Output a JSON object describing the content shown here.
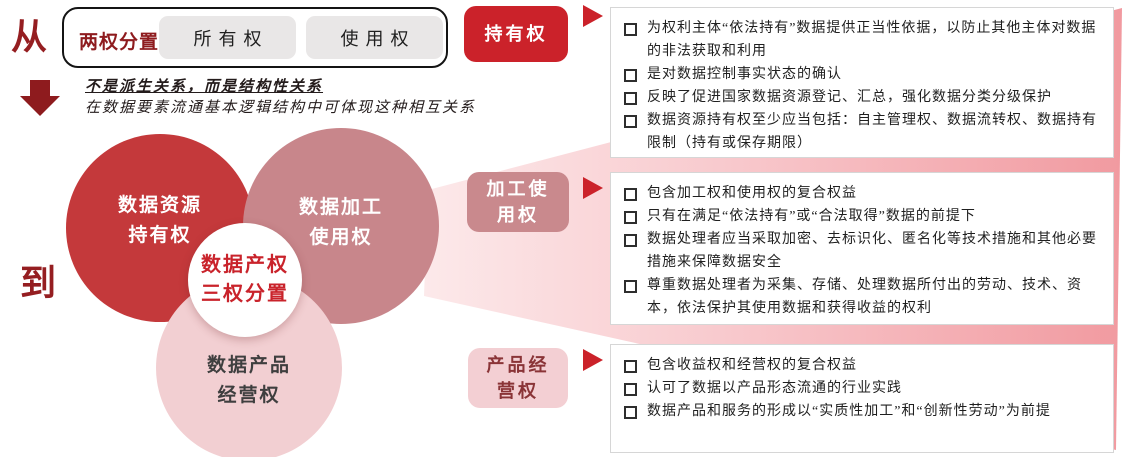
{
  "palette": {
    "accent_bright_red": "#CB222A",
    "accent_dark_red": "#8E1B1E",
    "circle_red": "#C4393B",
    "circle_rose": "#C8868B",
    "circle_pink": "#F2CFD2",
    "beam_pink_start": "#FCE9EA",
    "beam_pink_end": "#F19AA0",
    "pill_gray": "#E9E7E7"
  },
  "flow": {
    "from": "从",
    "to": "到"
  },
  "two_rights": {
    "tag": "两权分置",
    "items": [
      {
        "label": "所有权"
      },
      {
        "label": "使用权"
      }
    ]
  },
  "note": {
    "line1": "不是派生关系，而是结构性关系",
    "line2": "在数据要素流通基本逻辑结构中可体现这种相互关系"
  },
  "venn": {
    "center": {
      "line1": "数据产权",
      "line2": "三权分置"
    },
    "circles": [
      {
        "line1": "数据资源",
        "line2": "持有权"
      },
      {
        "line1": "数据加工",
        "line2": "使用权"
      },
      {
        "line1": "数据产品",
        "line2": "经营权"
      }
    ]
  },
  "rights": [
    {
      "tag_line1": "持有权",
      "tag_line2": "",
      "bullets": [
        "为权利主体“依法持有”数据提供正当性依据，以防止其他主体对数据的非法获取和利用",
        "是对数据控制事实状态的确认",
        "反映了促进国家数据资源登记、汇总，强化数据分类分级保护",
        "数据资源持有权至少应当包括：自主管理权、数据流转权、数据持有限制（持有或保存期限）"
      ]
    },
    {
      "tag_line1": "加工使",
      "tag_line2": "用权",
      "bullets": [
        "包含加工权和使用权的复合权益",
        "只有在满足“依法持有”或“合法取得”数据的前提下",
        "数据处理者应当采取加密、去标识化、匿名化等技术措施和其他必要措施来保障数据安全",
        "尊重数据处理者为采集、存储、处理数据所付出的劳动、技术、资本，依法保护其使用数据和获得收益的权利"
      ]
    },
    {
      "tag_line1": "产品经",
      "tag_line2": "营权",
      "bullets": [
        "包含收益权和经营权的复合权益",
        "认可了数据以产品形态流通的行业实践",
        "数据产品和服务的形成以“实质性加工”和“创新性劳动”为前提"
      ]
    }
  ]
}
